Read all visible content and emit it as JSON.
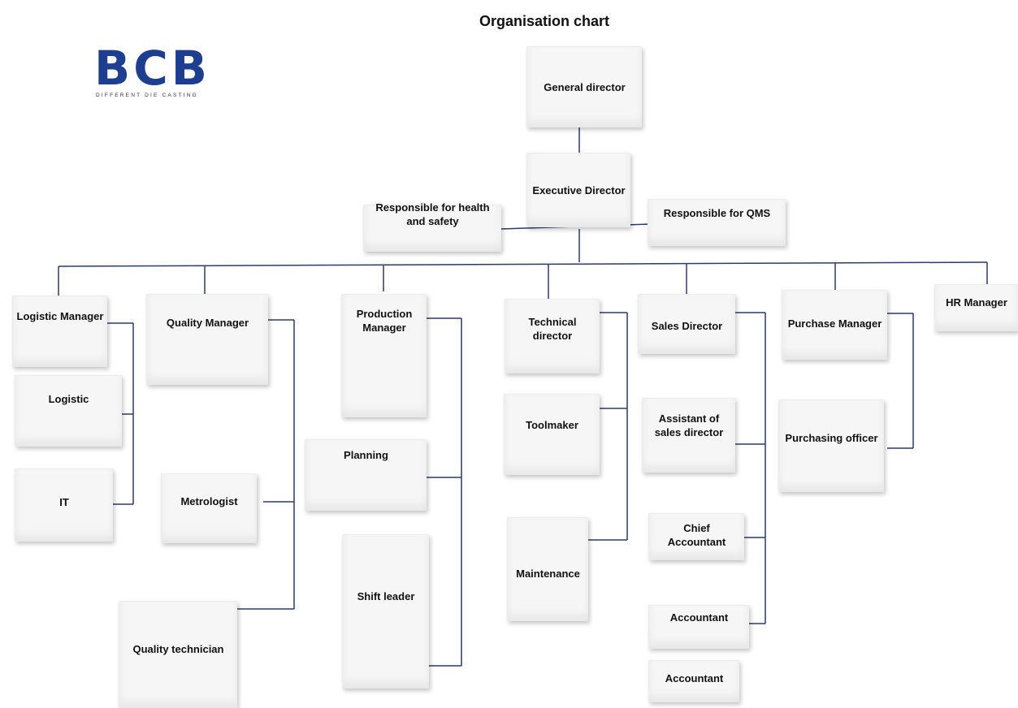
{
  "title": "Organisation chart",
  "logo": {
    "brand": "BCB",
    "tagline": "DIFFERENT DIE CASTING",
    "color": "#1e3f8f"
  },
  "line_color": "#2c3a6e",
  "nodes": {
    "general_director": "General director",
    "executive_director": "Executive Director",
    "health_safety": "Responsible  for health and safety",
    "qms": "Responsible for QMS",
    "logistic_manager": "Logistic Manager",
    "logistic": "Logistic",
    "it": "IT",
    "quality_manager": "Quality Manager",
    "metrologist": "Metrologist",
    "quality_technician": "Quality technician",
    "production_manager": "Production Manager",
    "planning": "Planning",
    "shift_leader": "Shift leader",
    "technical_director": "Technical director",
    "toolmaker": "Toolmaker",
    "maintenance": "Maintenance",
    "sales_director": "Sales Director",
    "assistant_sales": "Assistant of sales director",
    "chief_accountant": "Chief Accountant",
    "accountant_1": "Accountant",
    "accountant_2": "Accountant",
    "purchase_manager": "Purchase Manager",
    "purchasing_officer": "Purchasing officer",
    "hr_manager": "HR Manager"
  }
}
